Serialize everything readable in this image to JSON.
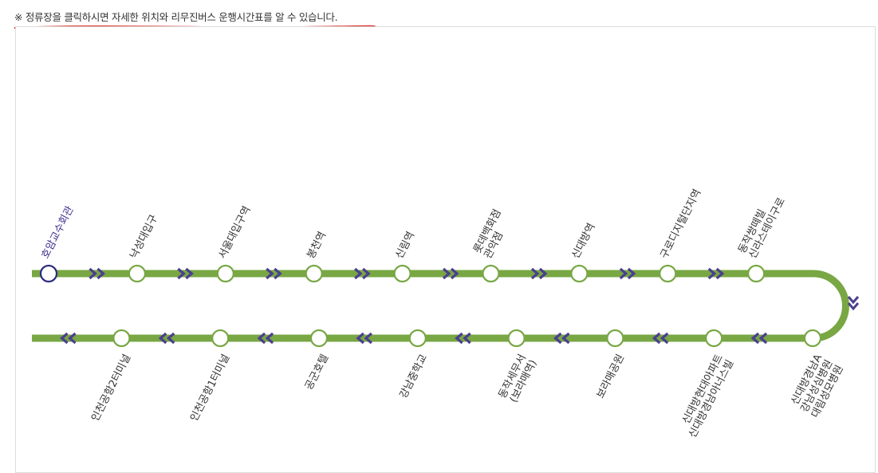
{
  "notice": "※ 정류장을 클릭하시면 자세한 위치와 리무진버스 운행시간표를 알 수 있습니다.",
  "colors": {
    "route_line": "#78a744",
    "arrow": "#4b3f8f",
    "current_stop": "#2e2a7e",
    "underline": "#d9261c"
  },
  "icons": {
    "direction_arrow": "double-chevron-icon"
  },
  "outbound_stops": [
    {
      "lines": [
        "호암교수회관"
      ],
      "current": true
    },
    {
      "lines": [
        "낙성대입구"
      ]
    },
    {
      "lines": [
        "서울대입구역"
      ]
    },
    {
      "lines": [
        "봉천역"
      ]
    },
    {
      "lines": [
        "신림역"
      ]
    },
    {
      "lines": [
        "롯데백화점",
        "관악점"
      ]
    },
    {
      "lines": [
        "신대방역"
      ]
    },
    {
      "lines": [
        "구로디지털단지역"
      ]
    },
    {
      "lines": [
        "동작쌍떼빌",
        "신라스테이구로"
      ]
    }
  ],
  "return_stops": [
    {
      "lines": [
        "신대방경남A",
        "강남성심병원",
        "대림성모병원"
      ]
    },
    {
      "lines": [
        "신대방현대아파트",
        "신대방경남아너스빌"
      ]
    },
    {
      "lines": [
        "보라매공원"
      ]
    },
    {
      "lines": [
        "동작세무서",
        "(보라매역)"
      ]
    },
    {
      "lines": [
        "강남중학교"
      ]
    },
    {
      "lines": [
        "공군호텔"
      ]
    },
    {
      "lines": [
        "인천공항1터미널"
      ]
    },
    {
      "lines": [
        "인천공항2터미널"
      ]
    }
  ]
}
